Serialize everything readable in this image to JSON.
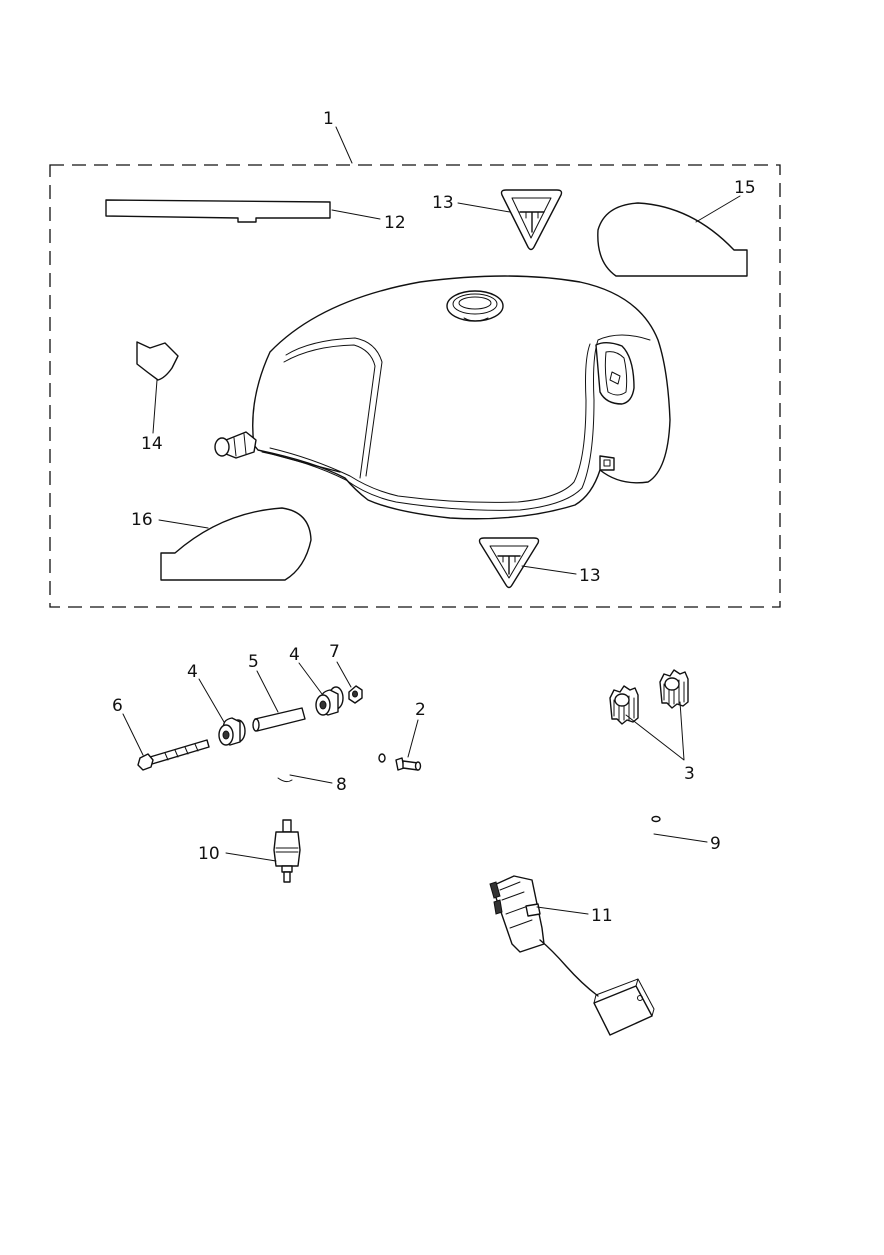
{
  "labels": {
    "l1": "1",
    "l2": "2",
    "l3": "3",
    "l4a": "4",
    "l4b": "4",
    "l5": "5",
    "l6": "6",
    "l7": "7",
    "l8": "8",
    "l9": "9",
    "l10": "10",
    "l11": "11",
    "l12": "12",
    "l13a": "13",
    "l13b": "13",
    "l14": "14",
    "l15": "15",
    "l16": "16"
  }
}
